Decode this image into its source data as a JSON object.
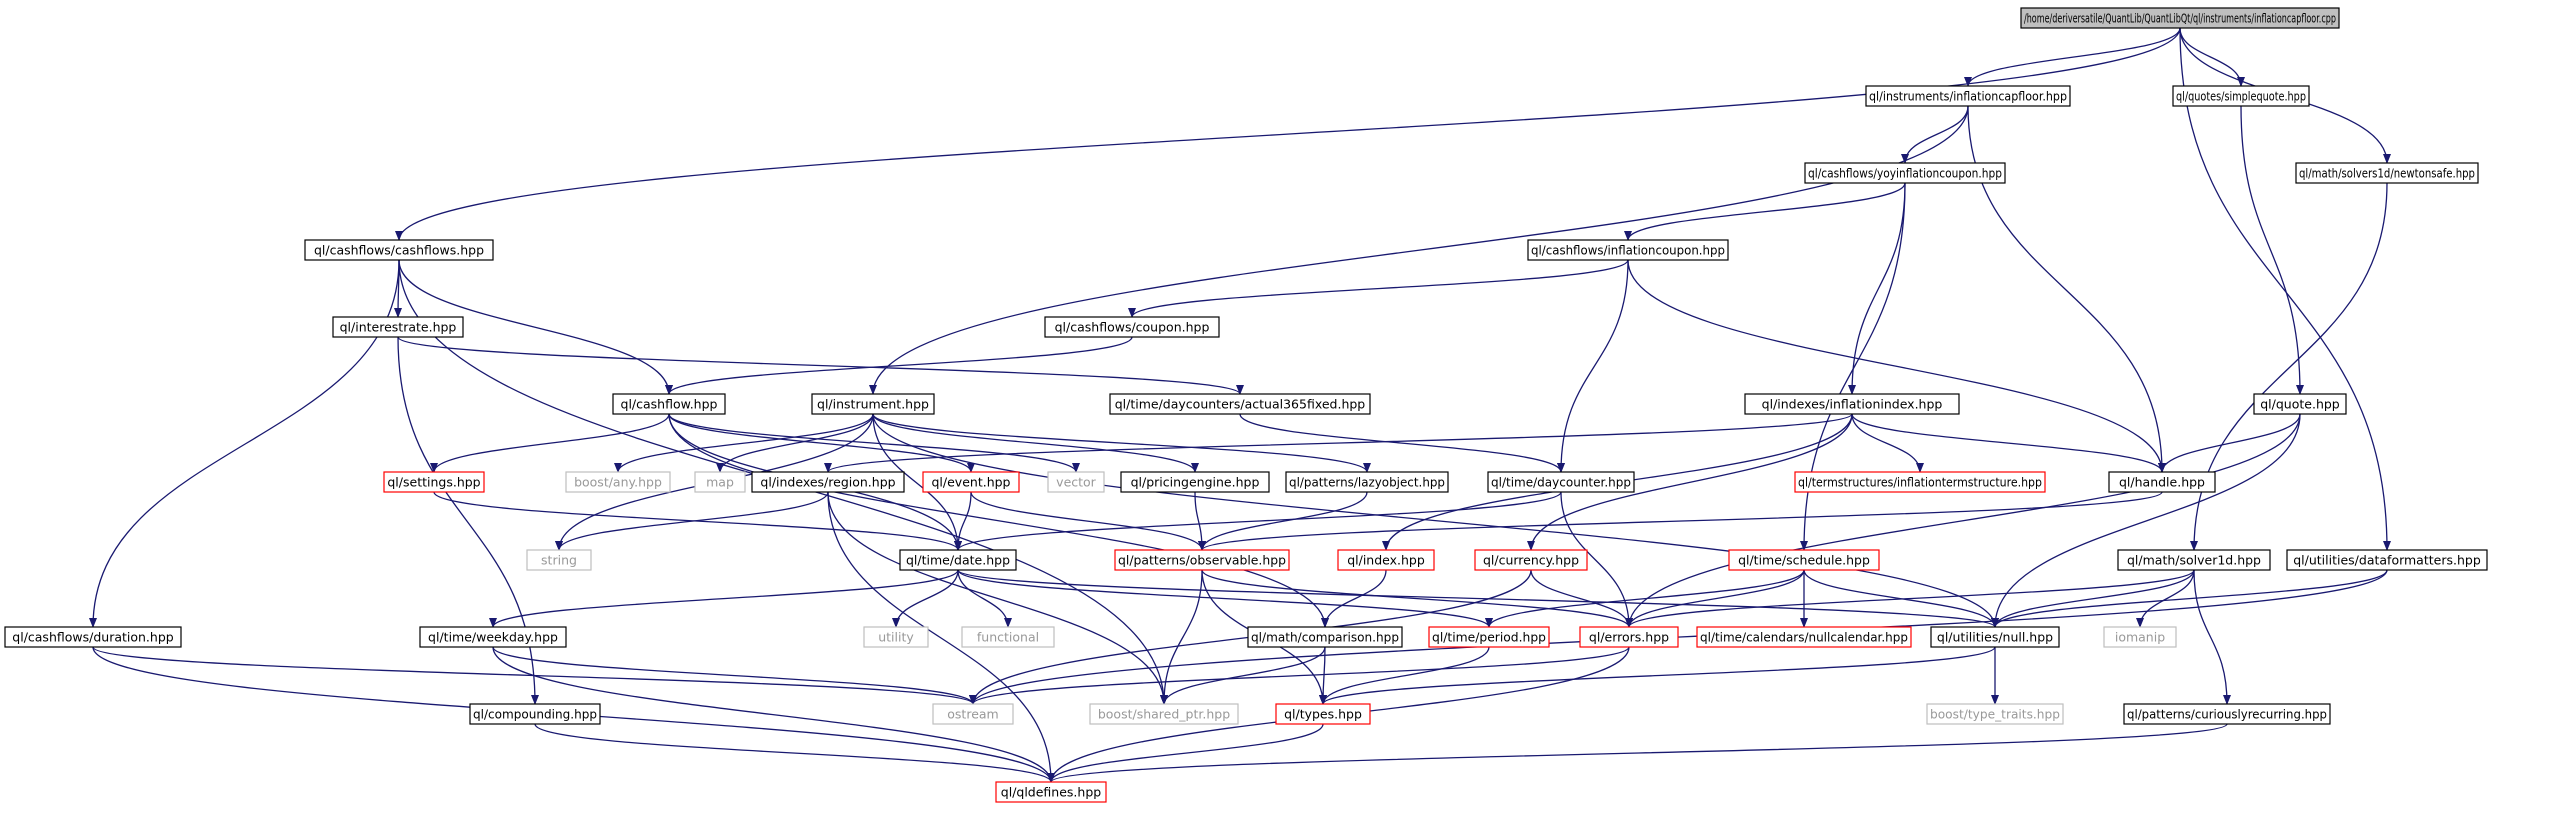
{
  "nodes": [
    {
      "id": "root",
      "label": "/home/deriversatile/QuantLib/QuantLibQt/ql/instruments/inflationcapfloor.cpp",
      "style": "root"
    },
    {
      "id": "icf_hpp",
      "label": "ql/instruments/inflationcapfloor.hpp",
      "style": "normal"
    },
    {
      "id": "simplequote",
      "label": "ql/quotes/simplequote.hpp",
      "style": "normal"
    },
    {
      "id": "newtonsafe",
      "label": "ql/math/solvers1d/newtonsafe.hpp",
      "style": "normal"
    },
    {
      "id": "yoy",
      "label": "ql/cashflows/yoyinflationcoupon.hpp",
      "style": "normal"
    },
    {
      "id": "cashflows",
      "label": "ql/cashflows/cashflows.hpp",
      "style": "normal"
    },
    {
      "id": "inflcoupon",
      "label": "ql/cashflows/inflationcoupon.hpp",
      "style": "normal"
    },
    {
      "id": "interestrate",
      "label": "ql/interestrate.hpp",
      "style": "normal"
    },
    {
      "id": "coupon",
      "label": "ql/cashflows/coupon.hpp",
      "style": "normal"
    },
    {
      "id": "cashflow",
      "label": "ql/cashflow.hpp",
      "style": "normal"
    },
    {
      "id": "instrument",
      "label": "ql/instrument.hpp",
      "style": "normal"
    },
    {
      "id": "actual365",
      "label": "ql/time/daycounters/actual365fixed.hpp",
      "style": "normal"
    },
    {
      "id": "inflindex",
      "label": "ql/indexes/inflationindex.hpp",
      "style": "normal"
    },
    {
      "id": "quote",
      "label": "ql/quote.hpp",
      "style": "normal"
    },
    {
      "id": "settings",
      "label": "ql/settings.hpp",
      "style": "red"
    },
    {
      "id": "boostany",
      "label": "boost/any.hpp",
      "style": "gray"
    },
    {
      "id": "map",
      "label": "map",
      "style": "gray"
    },
    {
      "id": "region",
      "label": "ql/indexes/region.hpp",
      "style": "normal"
    },
    {
      "id": "event",
      "label": "ql/event.hpp",
      "style": "red"
    },
    {
      "id": "vector",
      "label": "vector",
      "style": "gray"
    },
    {
      "id": "pricingengine",
      "label": "ql/pricingengine.hpp",
      "style": "normal"
    },
    {
      "id": "lazyobject",
      "label": "ql/patterns/lazyobject.hpp",
      "style": "normal"
    },
    {
      "id": "daycounter",
      "label": "ql/time/daycounter.hpp",
      "style": "normal"
    },
    {
      "id": "inflts",
      "label": "ql/termstructures/inflationtermstructure.hpp",
      "style": "red"
    },
    {
      "id": "handle",
      "label": "ql/handle.hpp",
      "style": "normal"
    },
    {
      "id": "string",
      "label": "string",
      "style": "gray"
    },
    {
      "id": "date",
      "label": "ql/time/date.hpp",
      "style": "normal"
    },
    {
      "id": "observable",
      "label": "ql/patterns/observable.hpp",
      "style": "red"
    },
    {
      "id": "index",
      "label": "ql/index.hpp",
      "style": "red"
    },
    {
      "id": "currency",
      "label": "ql/currency.hpp",
      "style": "red"
    },
    {
      "id": "schedule",
      "label": "ql/time/schedule.hpp",
      "style": "red"
    },
    {
      "id": "solver1d",
      "label": "ql/math/solver1d.hpp",
      "style": "normal"
    },
    {
      "id": "dataformatters",
      "label": "ql/utilities/dataformatters.hpp",
      "style": "normal"
    },
    {
      "id": "duration",
      "label": "ql/cashflows/duration.hpp",
      "style": "normal"
    },
    {
      "id": "weekday",
      "label": "ql/time/weekday.hpp",
      "style": "normal"
    },
    {
      "id": "utility",
      "label": "utility",
      "style": "gray"
    },
    {
      "id": "functional",
      "label": "functional",
      "style": "gray"
    },
    {
      "id": "comparison",
      "label": "ql/math/comparison.hpp",
      "style": "normal"
    },
    {
      "id": "period",
      "label": "ql/time/period.hpp",
      "style": "red"
    },
    {
      "id": "errors",
      "label": "ql/errors.hpp",
      "style": "red"
    },
    {
      "id": "nullcalendar",
      "label": "ql/time/calendars/nullcalendar.hpp",
      "style": "red"
    },
    {
      "id": "null",
      "label": "ql/utilities/null.hpp",
      "style": "normal"
    },
    {
      "id": "iomanip",
      "label": "iomanip",
      "style": "gray"
    },
    {
      "id": "ostream",
      "label": "ostream",
      "style": "gray"
    },
    {
      "id": "sharedptr",
      "label": "boost/shared_ptr.hpp",
      "style": "gray"
    },
    {
      "id": "types",
      "label": "ql/types.hpp",
      "style": "red"
    },
    {
      "id": "typetraits",
      "label": "boost/type_traits.hpp",
      "style": "gray"
    },
    {
      "id": "curiously",
      "label": "ql/patterns/curiouslyrecurring.hpp",
      "style": "normal"
    },
    {
      "id": "compounding",
      "label": "ql/compounding.hpp",
      "style": "normal"
    },
    {
      "id": "qldefines",
      "label": "ql/qldefines.hpp",
      "style": "red"
    }
  ],
  "edges": [
    [
      "root",
      "icf_hpp"
    ],
    [
      "root",
      "simplequote"
    ],
    [
      "root",
      "newtonsafe"
    ],
    [
      "root",
      "cashflows"
    ],
    [
      "root",
      "dataformatters"
    ],
    [
      "icf_hpp",
      "yoy"
    ],
    [
      "icf_hpp",
      "instrument"
    ],
    [
      "icf_hpp",
      "handle"
    ],
    [
      "simplequote",
      "quote"
    ],
    [
      "newtonsafe",
      "solver1d"
    ],
    [
      "yoy",
      "inflcoupon"
    ],
    [
      "yoy",
      "inflindex"
    ],
    [
      "yoy",
      "schedule"
    ],
    [
      "cashflows",
      "interestrate"
    ],
    [
      "cashflows",
      "cashflow"
    ],
    [
      "cashflows",
      "duration"
    ],
    [
      "cashflows",
      "sharedptr"
    ],
    [
      "inflcoupon",
      "coupon"
    ],
    [
      "inflcoupon",
      "daycounter"
    ],
    [
      "inflcoupon",
      "handle"
    ],
    [
      "interestrate",
      "actual365"
    ],
    [
      "interestrate",
      "compounding"
    ],
    [
      "coupon",
      "cashflow"
    ],
    [
      "cashflow",
      "settings"
    ],
    [
      "cashflow",
      "event"
    ],
    [
      "cashflow",
      "date"
    ],
    [
      "cashflow",
      "comparison"
    ],
    [
      "cashflow",
      "vector"
    ],
    [
      "instrument",
      "boostany"
    ],
    [
      "instrument",
      "map"
    ],
    [
      "instrument",
      "string"
    ],
    [
      "instrument",
      "pricingengine"
    ],
    [
      "instrument",
      "lazyobject"
    ],
    [
      "instrument",
      "null"
    ],
    [
      "instrument",
      "date"
    ],
    [
      "actual365",
      "daycounter"
    ],
    [
      "inflindex",
      "region"
    ],
    [
      "inflindex",
      "inflts"
    ],
    [
      "inflindex",
      "handle"
    ],
    [
      "inflindex",
      "index"
    ],
    [
      "inflindex",
      "currency"
    ],
    [
      "quote",
      "handle"
    ],
    [
      "quote",
      "errors"
    ],
    [
      "quote",
      "null"
    ],
    [
      "settings",
      "date"
    ],
    [
      "region",
      "string"
    ],
    [
      "region",
      "sharedptr"
    ],
    [
      "region",
      "qldefines"
    ],
    [
      "event",
      "date"
    ],
    [
      "event",
      "observable"
    ],
    [
      "pricingengine",
      "observable"
    ],
    [
      "lazyobject",
      "observable"
    ],
    [
      "daycounter",
      "date"
    ],
    [
      "daycounter",
      "errors"
    ],
    [
      "handle",
      "observable"
    ],
    [
      "date",
      "weekday"
    ],
    [
      "date",
      "utility"
    ],
    [
      "date",
      "functional"
    ],
    [
      "date",
      "period"
    ],
    [
      "date",
      "null"
    ],
    [
      "observable",
      "errors"
    ],
    [
      "observable",
      "sharedptr"
    ],
    [
      "observable",
      "types"
    ],
    [
      "index",
      "comparison"
    ],
    [
      "currency",
      "ostream"
    ],
    [
      "currency",
      "errors"
    ],
    [
      "schedule",
      "nullcalendar"
    ],
    [
      "schedule",
      "period"
    ],
    [
      "schedule",
      "null"
    ],
    [
      "schedule",
      "errors"
    ],
    [
      "solver1d",
      "iomanip"
    ],
    [
      "solver1d",
      "null"
    ],
    [
      "solver1d",
      "curiously"
    ],
    [
      "solver1d",
      "errors"
    ],
    [
      "dataformatters",
      "null"
    ],
    [
      "dataformatters",
      "ostream"
    ],
    [
      "duration",
      "ostream"
    ],
    [
      "duration",
      "qldefines"
    ],
    [
      "weekday",
      "ostream"
    ],
    [
      "weekday",
      "qldefines"
    ],
    [
      "comparison",
      "types"
    ],
    [
      "comparison",
      "sharedptr"
    ],
    [
      "period",
      "types"
    ],
    [
      "errors",
      "ostream"
    ],
    [
      "errors",
      "qldefines"
    ],
    [
      "null",
      "types"
    ],
    [
      "null",
      "typetraits"
    ],
    [
      "types",
      "qldefines"
    ],
    [
      "compounding",
      "qldefines"
    ],
    [
      "curiously",
      "qldefines"
    ]
  ],
  "colors": {
    "edge": "#191970",
    "border_normal": "#000000",
    "border_red": "#ff0000",
    "border_gray": "#bfbfbf",
    "root_fill": "#bfbfbf",
    "node_fill": "#ffffff"
  }
}
